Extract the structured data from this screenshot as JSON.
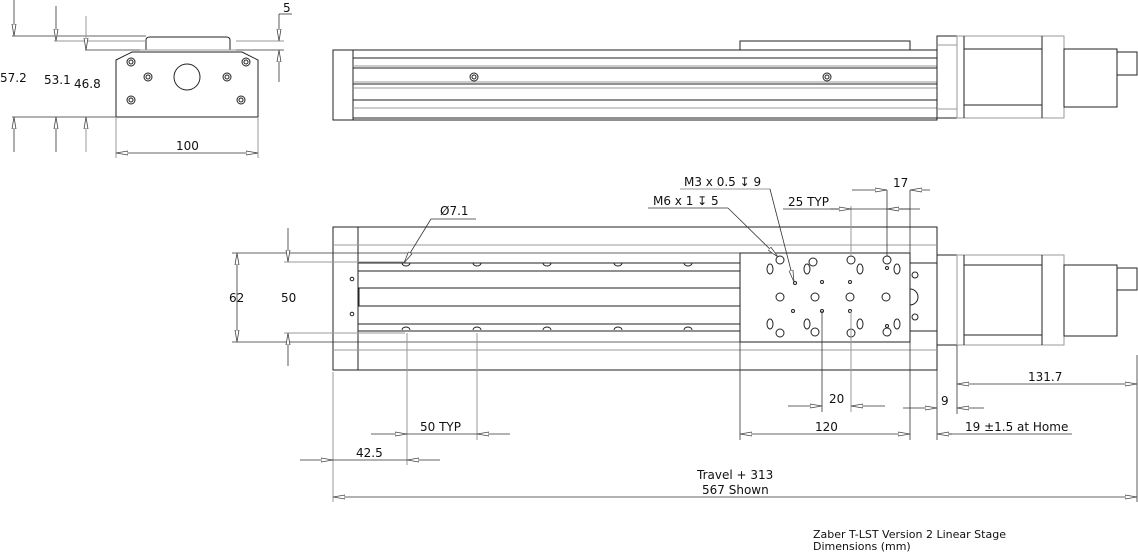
{
  "end_view": {
    "dim_height_total": "57.2",
    "dim_height_mid": "53.1",
    "dim_height_body": "46.8",
    "dim_width": "100",
    "dim_cap": "5"
  },
  "top_view": {
    "dim_hole_dia": "Ø7.1",
    "dim_rail_outer": "62",
    "dim_rail_inner": "50",
    "callout_m3": "M3 x 0.5 ↧ 9",
    "callout_m6": "M6 x 1 ↧ 5",
    "dim_25typ": "25 TYP",
    "dim_17": "17",
    "dim_50typ": "50 TYP",
    "dim_42_5": "42.5",
    "dim_20": "20",
    "dim_120": "120",
    "dim_9": "9",
    "dim_19": "19 ±1.5 at Home",
    "dim_131_7": "131.7",
    "dim_travel": "Travel + 313",
    "dim_shown": "567 Shown"
  },
  "caption": {
    "line1": "Zaber T-LST Version 2 Linear Stage",
    "line2": "Dimensions (mm)"
  }
}
